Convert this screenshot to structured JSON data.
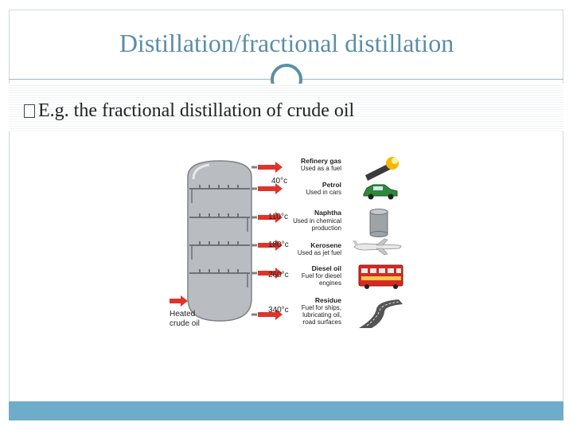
{
  "slide": {
    "title": "Distillation/fractional distillation",
    "bullet_marker": "",
    "bullet_text": "E.g. the fractional distillation of crude oil"
  },
  "diagram": {
    "inlet_label_1": "Heated",
    "inlet_label_2": "crude oil",
    "fractions": [
      {
        "temp": "40°c",
        "name": "Refinery gas",
        "use_1": "Used as a fuel",
        "use_2": "",
        "use_3": "",
        "icon": "flame-icon"
      },
      {
        "temp": "",
        "name": "Petrol",
        "use_1": "Used in cars",
        "use_2": "",
        "use_3": "",
        "icon": "car-icon"
      },
      {
        "temp": "110°c",
        "name": "Naphtha",
        "use_1": "Used in chemical",
        "use_2": "production",
        "use_3": "",
        "icon": "drum-icon"
      },
      {
        "temp": "180°c",
        "name": "Kerosene",
        "use_1": "Used as jet fuel",
        "use_2": "",
        "use_3": "",
        "icon": "airplane-icon"
      },
      {
        "temp": "260°c",
        "name": "Diesel oil",
        "use_1": "Fuel for diesel",
        "use_2": "engines",
        "use_3": "",
        "icon": "bus-icon"
      },
      {
        "temp": "340°c",
        "name": "Residue",
        "use_1": "Fuel for ships,",
        "use_2": "lubricating oil,",
        "use_3": "road surfaces",
        "icon": "road-icon"
      }
    ],
    "colors": {
      "arrow": "#e0342b",
      "column": "#b9bdc1",
      "tray": "#6d7275"
    }
  }
}
